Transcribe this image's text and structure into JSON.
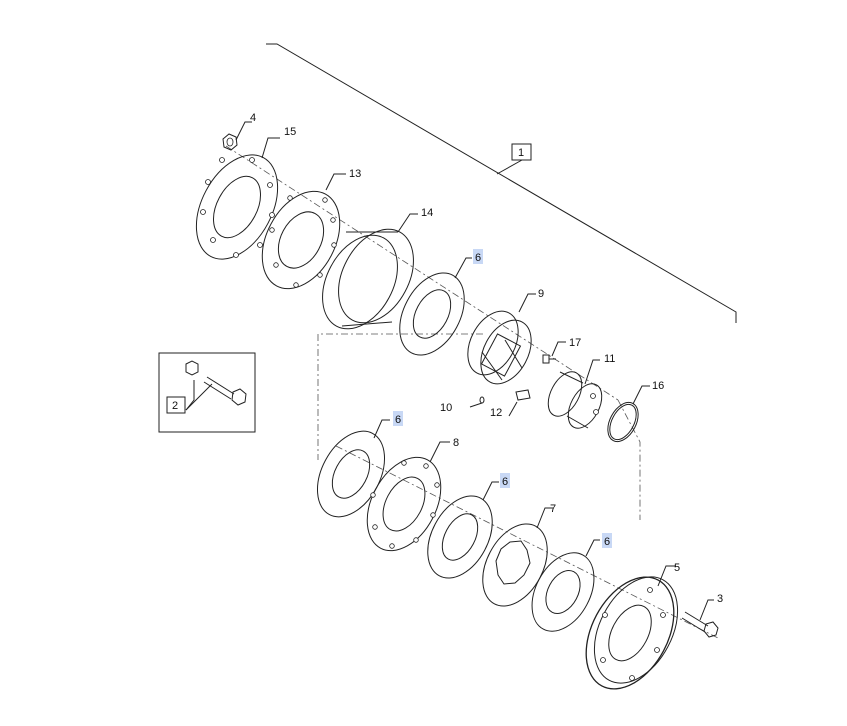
{
  "callouts": {
    "c1": "1",
    "c2": "2",
    "c3": "3",
    "c4": "4",
    "c5": "5",
    "c6a": "6",
    "c6b": "6",
    "c6c": "6",
    "c6d": "6",
    "c7": "7",
    "c8": "8",
    "c9": "9",
    "c10": "10",
    "c11": "11",
    "c12": "12",
    "c13": "13",
    "c14": "14",
    "c15": "15",
    "c16": "16",
    "c17": "17"
  },
  "colors": {
    "highlight": "#c8d8f5",
    "line": "#222222"
  }
}
